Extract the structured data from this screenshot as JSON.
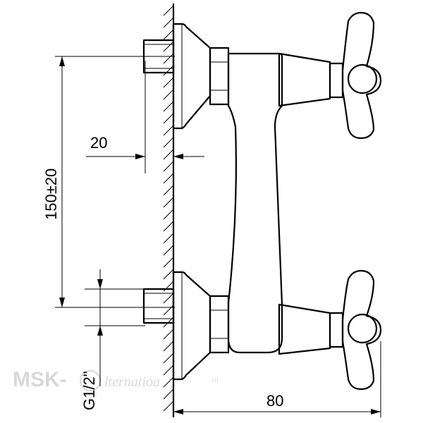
{
  "diagram": {
    "dimensions": {
      "spacing": "150±20",
      "wall_offset": "20",
      "depth": "80",
      "thread": "G1/2\""
    },
    "watermark": {
      "brand": "MSK-",
      "site": "lternatioa",
      "suffix": ".ru"
    }
  }
}
